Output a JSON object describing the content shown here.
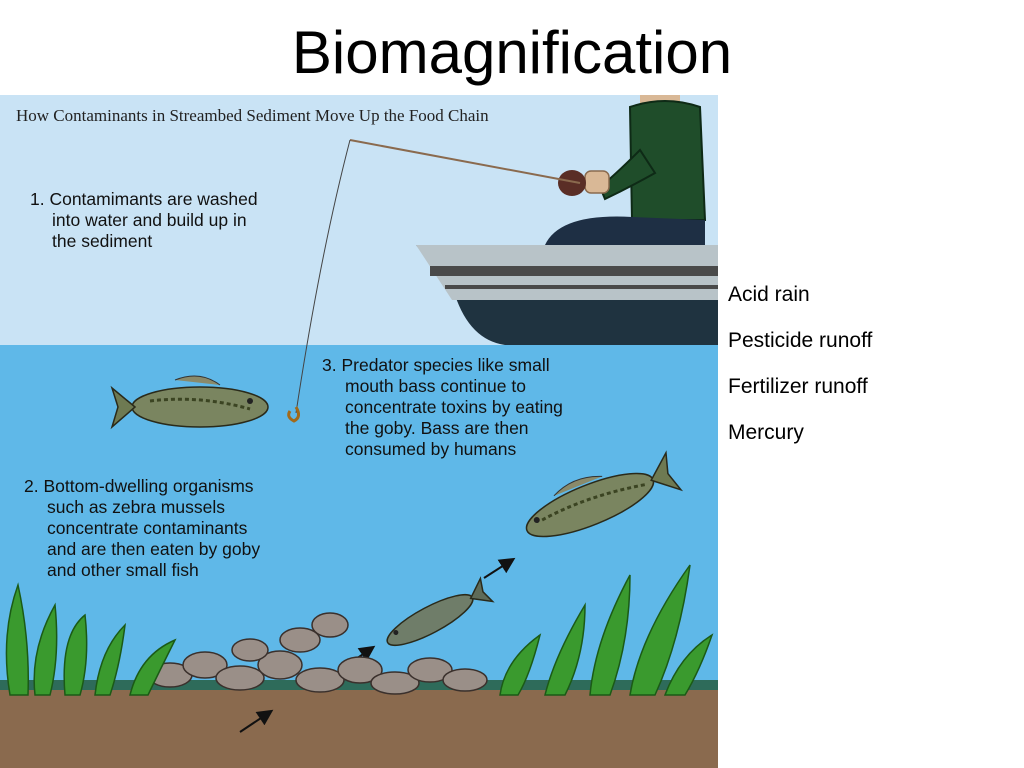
{
  "slide": {
    "title": "Biomagnification",
    "items": [
      "Acid rain",
      "Pesticide runoff",
      "Fertilizer runoff",
      "Mercury"
    ]
  },
  "diagram": {
    "caption": "How Contaminants in Streambed Sediment Move Up the Food Chain",
    "step1": [
      "1. Contamimants are washed",
      "into water and build up in",
      "the sediment"
    ],
    "step2": [
      "2. Bottom-dwelling organisms",
      "such as zebra mussels",
      "concentrate contaminants",
      "and are then eaten by goby",
      "and other small fish"
    ],
    "step3": [
      "3. Predator species like small",
      "mouth bass continue to",
      "concentrate toxins by eating",
      "the goby. Bass are then",
      "consumed by humans"
    ]
  }
}
